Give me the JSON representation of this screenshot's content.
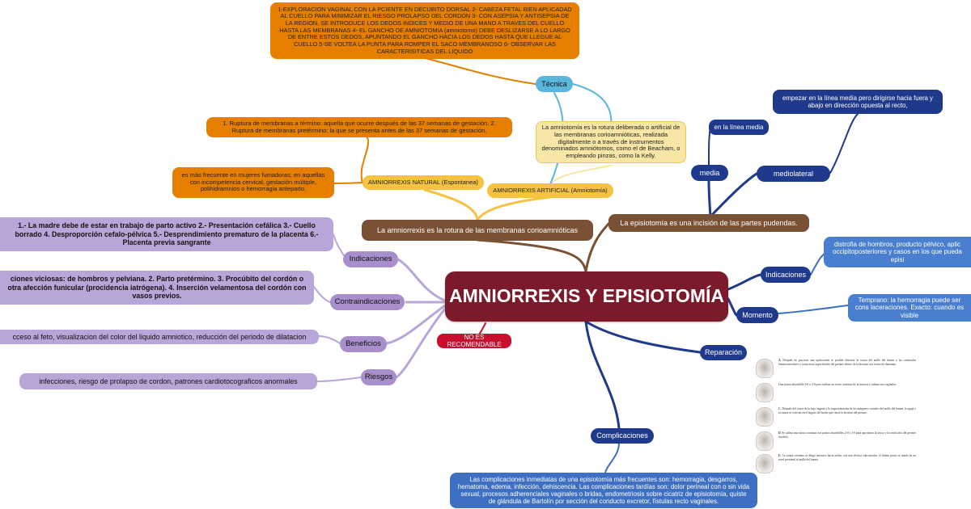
{
  "center": {
    "title": "AMNIORREXIS Y EPISIOTOMÍA"
  },
  "left_branch": {
    "heading": "La amniorrexis es la rotura de las membranas corioamnióticas",
    "natural": {
      "label": "AMNIORREXIS NATURAL (Espontanea)",
      "definition": "1. Ruptura de membranas a término: aquella que ocurre después de las 37 semanas de gestación. 2. Ruptura de membranas pretérmino: la que se presenta antes de las 37 semanas de gestación.",
      "note": "es más frecuente en mujeres fumadoras, en aquellas con incompetencia cervical, gestación múltiple, polihidramnios o hemorragia anteparto."
    },
    "artificial": {
      "label": "AMNIORREXIS ARTIFICIAL (Amniotomía)",
      "definition": "La amniotomía es la rotura deliberada o artificial de las membranas corioamnióticas, realizada digitalmente o a través de instrumentos denominados amniótomos, como el de Beacham, o empleando pinzas, como la Kelly.",
      "tecnica_label": "Técnica",
      "tecnica_text": "1-EXPLORACION VAGINAL CON LA PCIENTE EN DECUBITO DORSAL 2- CABEZA FETAL BIEN APLICADAD AL CUELLO PARA MINIMIZAR EL RIESGO PROLAPSO DEL CORDON 3- CON ASEPSIA Y ANTISEPSIA DE LA REGION, SE INTRODUCE LOS DEDOS INDICES Y MEDIO DE UNA MANO A TRAVES DEL CUELLO HASTA LAS MEMBRANAS 4- EL GANCHO DE AMNIOTOMIA (amniotomo) DEBE DESLIZARSE A LO LARGO DE ENTRE ESTOS DEDOS, APUNTANDO EL GANCHO HACIA LOS DEDOS HASTA QUE LLEGUE AL CUELLO 5-SE VOLTEA LA PUNTA PARA ROMPER EL SACO MEMBRANOSO 6- OBSERVAR LAS CARACTERISITICAS DEL LIQUIDO"
    },
    "indicaciones": {
      "label": "Indicaciones",
      "text": "1.- La madre debe de estar en trabajo de parto activo 2.- Presentación cefálica 3.- Cuello borrado 4. Desproporción cefalo-pélvica 5.- Desprendimiento prematuro de la placenta 6.- Placenta previa sangrante"
    },
    "contraindicaciones": {
      "label": "Contraindicaciones",
      "text": "ciones viciosas: de hombros y pelviana. 2. Parto pretérmino. 3. Procúbito del cordón o otra afección funicular (procidencia iatrógena). 4. Inserción velamentosa del cordón con vasos previos."
    },
    "beneficios": {
      "label": "Beneficios",
      "text": "cceso al feto, visualizacion del color del liquido amniotico, reducción del periodo de dilatacion"
    },
    "riesgos": {
      "label": "Riesgos",
      "text": "infecciones, riesgo de prolapso de cordon, patrones cardiotocograficos anormales"
    },
    "no_recomendable": "NO ES RECOMENDABLE"
  },
  "right_branch": {
    "heading": "La episiotomía es una incisión de las partes pudendas.",
    "media": {
      "label": "media",
      "detail": "en la línea media"
    },
    "mediolateral": {
      "label": "mediolateral",
      "detail": "empezar en la línea media pero dirigirse hacia fuera y abajo en dirección opuesta al recto,"
    },
    "indicaciones": {
      "label": "Indicaciones",
      "text": "distrofia de hombros, producto pélvico, aplic occipitoposteriores y casos en los que pueda episi"
    },
    "momento": {
      "label": "Momento",
      "text": "Temprano: la hemorragia puede ser cons laceraciones. Exacto: cuando es visible"
    },
    "reparacion": {
      "label": "Reparación"
    },
    "complicaciones": {
      "label": "Complicaciones",
      "text": "Las complicaciones inmediatas de una episiotomía más frecuentes son: hemorragia, desgarros, hematoma, edema, infección, dehiscencia. Las complicaciones tardías son: dolor perineal con o sin vida sexual, procesos adherenciales vaginales o bridas, endometriosis sobre cicatriz de episiotomía, quiste de glándula de Bartolín por sección del conducto excretor, fístulas recto vaginales."
    }
  },
  "illustration_steps": [
    {
      "letter": "A.",
      "text": "Después de practicar una episiotomía es posible observar la rotura del anillo del himen y las carúnculas himeneoareolares y transversas superficiales del perineo dentro de la incisión con forma de diamante."
    },
    {
      "letter": "",
      "text": "Una sutura absorbible 2-0 o 3-0 para realizar un cierre continuo de la mucosa y submucosa vaginales."
    },
    {
      "letter": "C.",
      "text": "Después del cierre de la hoja vaginal y la reaproximación de los márgenes cortados del anillo del himen, la aguja y la sutura se colocan en el ángulo del borde que cierra la incisión del perineo."
    },
    {
      "letter": "D.",
      "text": "Se utiliza una sutura continua con puntos absorbibles 2-0 o 3-0 para aproximar la fascia y los músculos del perineo incidido."
    },
    {
      "letter": "E.",
      "text": "La sutura continua se dirige entonces hacia arriba, con una técnica subcuticular; el último punto se anuda en un nivel proximal al anillo del himen."
    }
  ],
  "colors": {
    "center": "#7a1a2a",
    "amniorrexis_branch": "#7a5135",
    "technique": "#e67e00",
    "natural": "#f5c242",
    "purple_nodes": "#b8a6d8",
    "episiotomy_blue": "#1f3a8c",
    "red_tag": "#c8102e"
  }
}
